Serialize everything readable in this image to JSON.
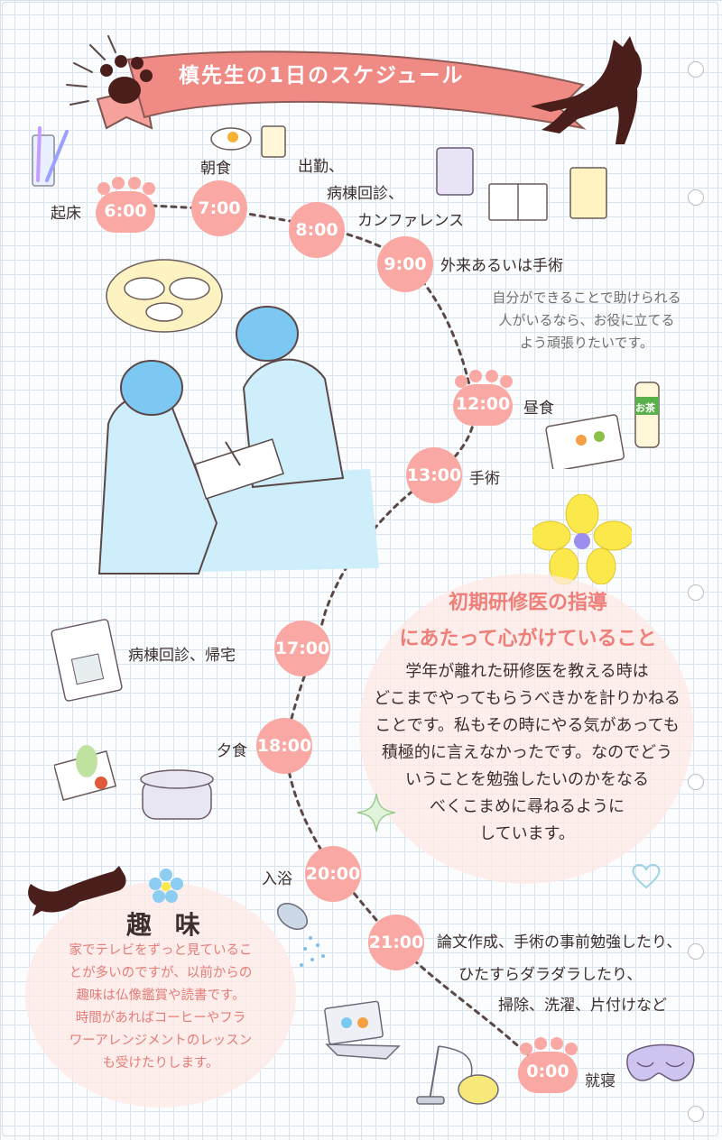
{
  "title": "槙先生の1日のスケジュール",
  "schedule": [
    {
      "time": "6:00",
      "label": "起床"
    },
    {
      "time": "7:00",
      "label": "朝食"
    },
    {
      "time": "8:00",
      "label": [
        "出勤、",
        "病棟回診、",
        "カンファレンス"
      ]
    },
    {
      "time": "9:00",
      "label": "外来あるいは手術"
    },
    {
      "time": "12:00",
      "label": "昼食"
    },
    {
      "time": "13:00",
      "label": "手術"
    },
    {
      "time": "17:00",
      "label": "病棟回診、帰宅"
    },
    {
      "time": "18:00",
      "label": "夕食"
    },
    {
      "time": "20:00",
      "label": "入浴"
    },
    {
      "time": "21:00",
      "label": [
        "論文作成、手術の事前勉強したり、",
        "ひたすらダラダラしたり、",
        "掃除、洗濯、片付けなど"
      ]
    },
    {
      "time": "0:00",
      "label": "就寝"
    }
  ],
  "quote": [
    "自分ができることで助けられる",
    "人がいるなら、お役に立てる",
    "よう頑張りたいです。"
  ],
  "guidance": {
    "title": [
      "初期研修医の指導",
      "にあたって心がけていること"
    ],
    "body": [
      "学年が離れた研修医を教える時は",
      "どこまでやってもらうべきかを計りかねる",
      "ことです。私もその時にやる気があっても",
      "積極的に言えなかったです。なのでどう",
      "いうことを勉強したいのかをなる",
      "べくこまめに尋ねるように",
      "しています。"
    ]
  },
  "hobby": {
    "title": "趣 味",
    "body": [
      "家でテレビをずっと見ているこ",
      "とが多いのですが、以前からの",
      "趣味は仏像鑑賞や読書です。",
      "時間があればコーヒーやフラ",
      "ワーアレンジメントのレッスン",
      "も受けたりします。"
    ]
  },
  "bottle_label": "お茶",
  "colors": {
    "accent": "#f9a8a3",
    "ribbon": "#f08a84",
    "cat": "#4a1e1a",
    "grid": "#d8e3ee"
  }
}
